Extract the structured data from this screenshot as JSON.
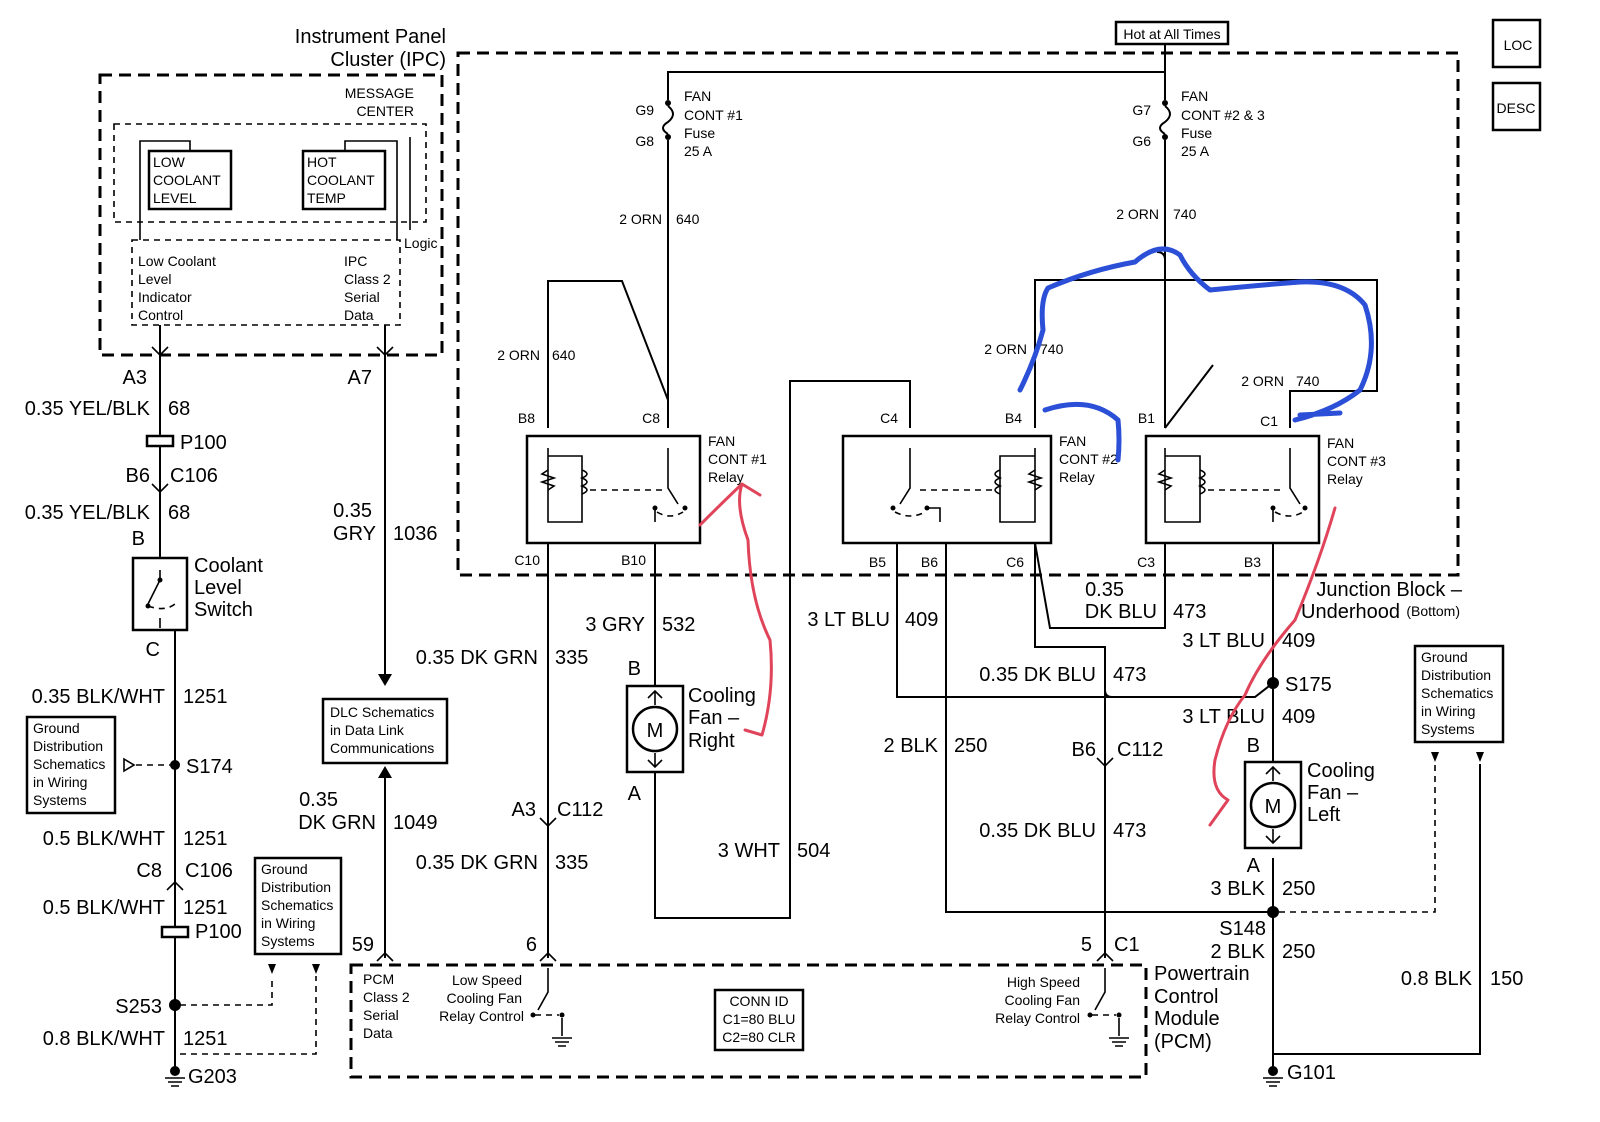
{
  "ipc": {
    "title_line1": "Instrument Panel",
    "title_line2": "Cluster (IPC)",
    "msg_center_line1": "MESSAGE",
    "msg_center_line2": "CENTER",
    "low_coolant_label": [
      "LOW",
      "COOLANT",
      "LEVEL"
    ],
    "hot_coolant_label": [
      "HOT",
      "COOLANT",
      "TEMP"
    ],
    "logic_label": "Logic",
    "low_coolant_ctrl": [
      "Low Coolant",
      "Level",
      "Indicator",
      "Control"
    ],
    "class2_data": [
      "IPC",
      "Class 2",
      "Serial",
      "Data"
    ]
  },
  "header": {
    "hot_at_all_times": "Hot at All Times",
    "loc_button": "LOC",
    "desc_button": "DESC"
  },
  "fuses": {
    "fuse1": {
      "pin_top": "G9",
      "pin_bottom": "G8",
      "label": [
        "FAN",
        "CONT #1",
        "Fuse",
        "25 A"
      ]
    },
    "fuse2": {
      "pin_top": "G7",
      "pin_bottom": "G6",
      "label": [
        "FAN",
        "CONT #2 & 3",
        "Fuse",
        "25 A"
      ]
    }
  },
  "relays": {
    "relay1": {
      "label": [
        "FAN",
        "CONT #1",
        "Relay"
      ],
      "pin_b8": "B8",
      "pin_c8": "C8",
      "pin_c10": "C10",
      "pin_b10": "B10"
    },
    "relay2": {
      "label": [
        "FAN",
        "CONT #2",
        "Relay"
      ],
      "pin_c4": "C4",
      "pin_b4": "B4",
      "pin_b5": "B5",
      "pin_b6": "B6",
      "pin_c6": "C6"
    },
    "relay3": {
      "label": [
        "FAN",
        "CONT #3",
        "Relay"
      ],
      "pin_b1": "B1",
      "pin_c1": "C1",
      "pin_c3": "C3",
      "pin_b3": "B3"
    }
  },
  "junction_block": {
    "line1": "Junction Block –",
    "line2": "Underhood",
    "bottom": "(Bottom)"
  },
  "wires": {
    "w640a_gauge": "2 ORN",
    "w640a_num": "640",
    "w640b_gauge": "2 ORN",
    "w640b_num": "640",
    "w740a_gauge": "2 ORN",
    "w740a_num": "740",
    "w740b_gauge": "2 ORN",
    "w740b_num": "740",
    "w740c_gauge": "2 ORN",
    "w740c_num": "740",
    "a3_pin": "A3",
    "w68a_gauge": "0.35 YEL/BLK",
    "w68a_num": "68",
    "p100_a": "P100",
    "b6_pin": "B6",
    "c106_a": "C106",
    "w68b_gauge": "0.35 YEL/BLK",
    "w68b_num": "68",
    "a7_pin": "A7",
    "w1036_gauge1": "0.35",
    "w1036_gauge2": "GRY",
    "w1036_num": "1036",
    "w1251a_gauge": "0.35 BLK/WHT",
    "w1251a_num": "1251",
    "s174": "S174",
    "w1251b_gauge": "0.5 BLK/WHT",
    "w1251b_num": "1251",
    "c8_pin": "C8",
    "c106_b": "C106",
    "w1251c_gauge": "0.5 BLK/WHT",
    "w1251c_num": "1251",
    "p100_b": "P100",
    "s253": "S253",
    "w1251d_gauge": "0.8 BLK/WHT",
    "w1251d_num": "1251",
    "g203": "G203",
    "w1049_gauge1": "0.35",
    "w1049_gauge2": "DK GRN",
    "w1049_num": "1049",
    "pin59": "59",
    "w335a_gauge": "0.35 DK GRN",
    "w335a_num": "335",
    "a3_c112_pin": "A3",
    "c112_a": "C112",
    "w335b_gauge": "0.35 DK GRN",
    "w335b_num": "335",
    "pin6": "6",
    "w532_gauge": "3 GRY",
    "w532_num": "532",
    "w504_gauge": "3 WHT",
    "w504_num": "504",
    "w409a_gauge": "3 LT BLU",
    "w409a_num": "409",
    "w473a_gauge1": "0.35",
    "w473a_gauge2": "DK BLU",
    "w473a_num": "473",
    "w409b_gauge": "3 LT BLU",
    "w409b_num": "409",
    "w473b_gauge": "0.35 DK BLU",
    "w473b_num": "473",
    "s175": "S175",
    "w409c_gauge": "3 LT BLU",
    "w409c_num": "409",
    "w250a_gauge": "2 BLK",
    "w250a_num": "250",
    "b6_c112_pin": "B6",
    "c112_b": "C112",
    "w473c_gauge": "0.35 DK BLU",
    "w473c_num": "473",
    "w250b_gauge": "3 BLK",
    "w250b_num": "250",
    "s148": "S148",
    "w250c_gauge": "2 BLK",
    "w250c_num": "250",
    "pin5": "5",
    "c1_pin": "C1",
    "w150_gauge": "0.8 BLK",
    "w150_num": "150",
    "g101": "G101"
  },
  "components": {
    "coolant_switch": {
      "pin_b": "B",
      "pin_c": "C",
      "label": [
        "Coolant",
        "Level",
        "Switch"
      ]
    },
    "fan_right": {
      "pin_b": "B",
      "pin_a": "A",
      "motor": "M",
      "label": [
        "Cooling",
        "Fan –",
        "Right"
      ]
    },
    "fan_left": {
      "pin_b": "B",
      "pin_a": "A",
      "motor": "M",
      "label": [
        "Cooling",
        "Fan –",
        "Left"
      ]
    }
  },
  "refs": {
    "gnd1": [
      "Ground",
      "Distribution",
      "Schematics",
      "in Wiring",
      "Systems"
    ],
    "gnd2": [
      "Ground",
      "Distribution",
      "Schematics",
      "in Wiring",
      "Systems"
    ],
    "gnd3": [
      "Ground",
      "Distribution",
      "Schematics",
      "in Wiring",
      "Systems"
    ],
    "dlc": [
      "DLC Schematics",
      "in Data Link",
      "Communications"
    ]
  },
  "pcm": {
    "class2": [
      "PCM",
      "Class 2",
      "Serial",
      "Data"
    ],
    "low_speed": [
      "Low Speed",
      "Cooling Fan",
      "Relay Control"
    ],
    "high_speed": [
      "High Speed",
      "Cooling Fan",
      "Relay Control"
    ],
    "conn_id": [
      "CONN ID",
      "C1=80 BLU",
      "C2=80 CLR"
    ],
    "label": [
      "Powertrain",
      "Control",
      "Module",
      "(PCM)"
    ]
  },
  "annotation_colors": {
    "blue_marker": "#2b4fd6",
    "red_marker": "#e0445a"
  }
}
